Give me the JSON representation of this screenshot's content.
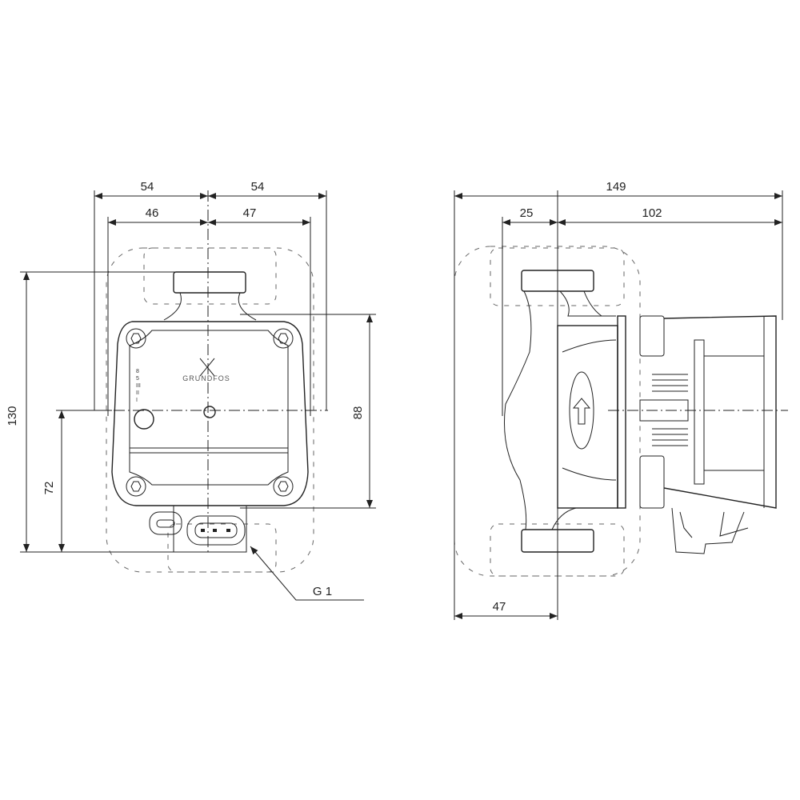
{
  "drawing": {
    "front_view": {
      "dimensions": {
        "overall_width_left": "54",
        "overall_width_right": "54",
        "body_width_left": "46",
        "body_width_right": "47",
        "overall_height": "130",
        "center_height": "72",
        "box_height": "88"
      },
      "thread_label": "G 1",
      "logo_text": "GRUNDFOS",
      "speed_marks": [
        "8",
        "5",
        "III",
        "II",
        "I"
      ]
    },
    "side_view": {
      "dimensions": {
        "overall_length": "149",
        "flange_offset": "25",
        "motor_length": "102",
        "port_to_center": "47"
      },
      "icons": [
        "flow-direction-arrow-icon"
      ]
    }
  }
}
